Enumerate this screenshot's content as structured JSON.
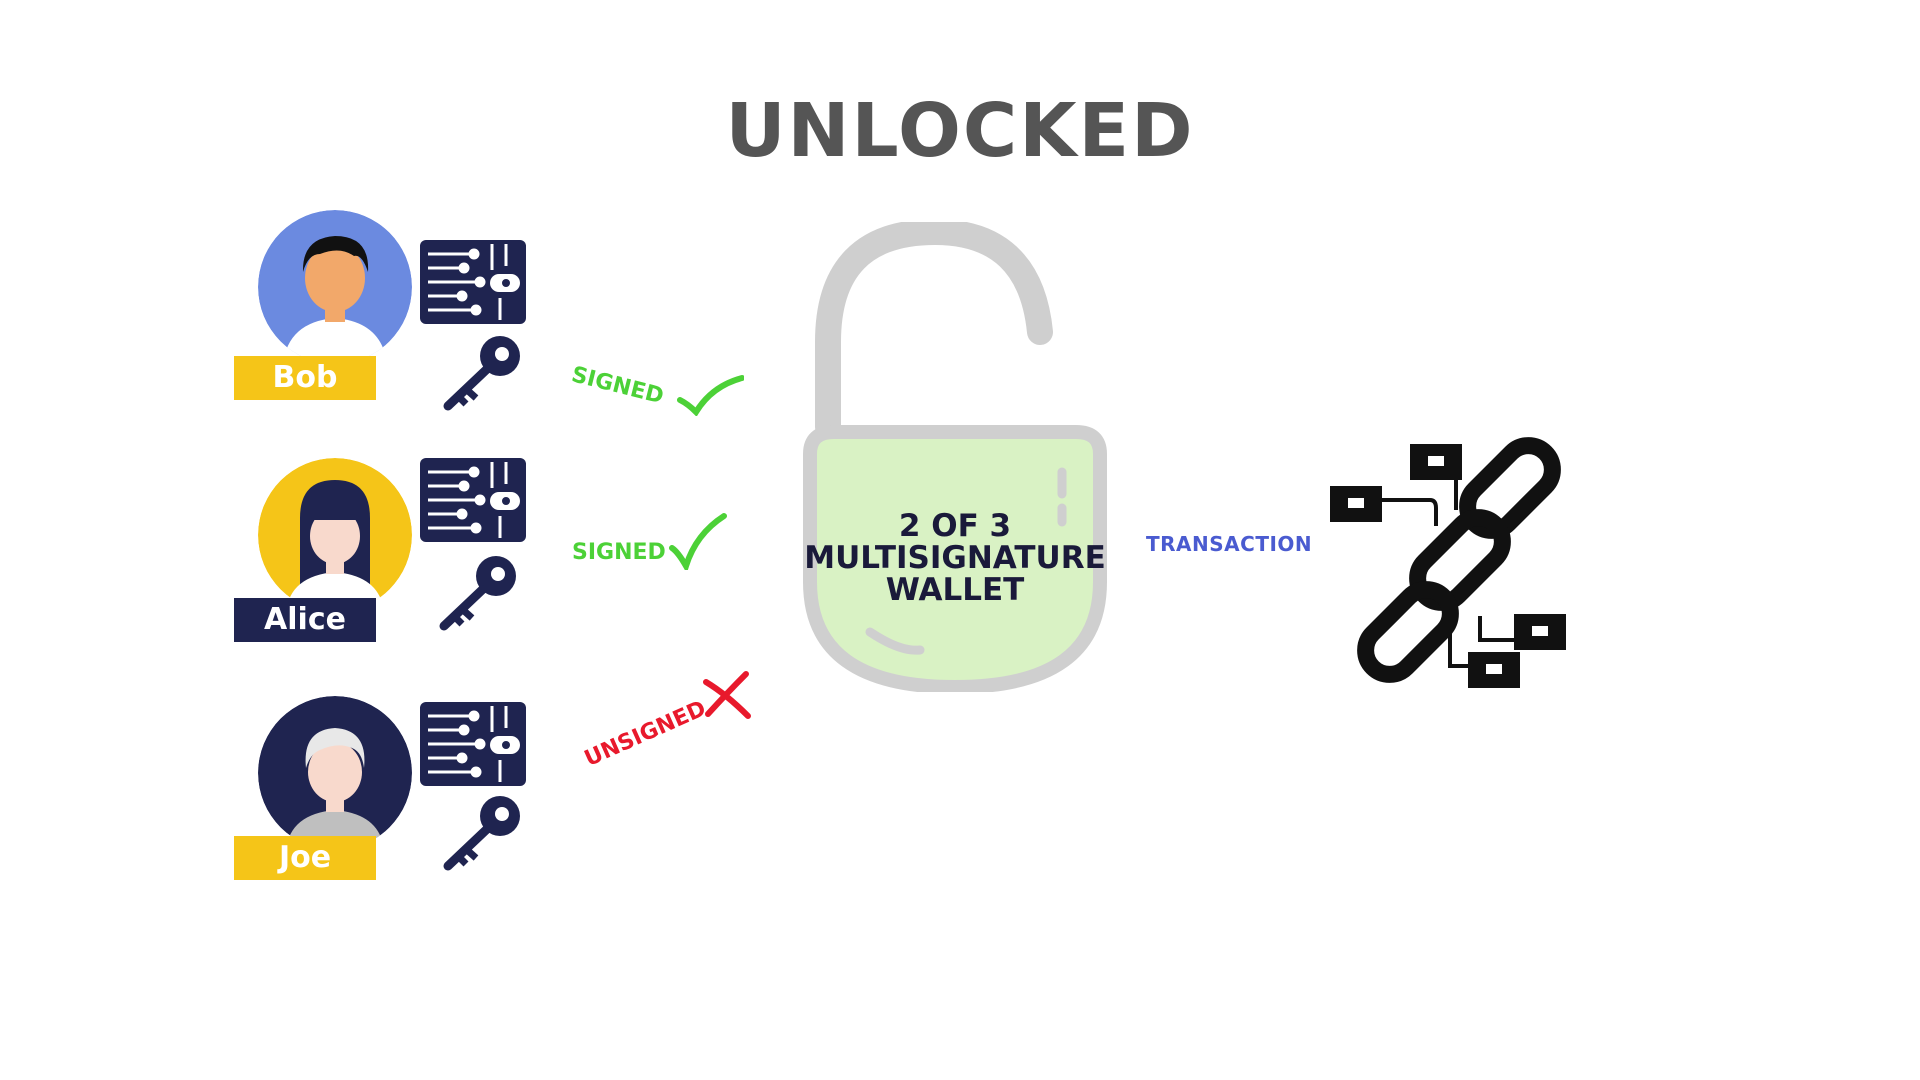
{
  "title": "UNLOCKED",
  "signers": [
    {
      "name": "Bob",
      "status": "SIGNED",
      "status_mark": "check",
      "circle_color": "#6b8ae0",
      "tag_color": "#f5c518",
      "tag_text_color": "#ffffff",
      "hair_color": "#111111",
      "skin_color": "#f2a86a",
      "shirt_color": "#ffffff"
    },
    {
      "name": "Alice",
      "status": "SIGNED",
      "status_mark": "check",
      "circle_color": "#f5c518",
      "tag_color": "#1f2450",
      "tag_text_color": "#ffffff",
      "hair_color": "#1f2450",
      "skin_color": "#f8d9cc",
      "shirt_color": "#ffffff"
    },
    {
      "name": "Joe",
      "status": "UNSIGNED",
      "status_mark": "cross",
      "circle_color": "#1f2450",
      "tag_color": "#f5c518",
      "tag_text_color": "#ffffff",
      "hair_color": "#e8e8e8",
      "skin_color": "#f8d9cc",
      "shirt_color": "#bfbfbf"
    }
  ],
  "wallet": {
    "line1": "2 OF 3",
    "line2": "MULTISIGNATURE",
    "line3": "WALLET"
  },
  "transaction_label": "TRANSACTION",
  "icons": {
    "device": "hardware-wallet-icon",
    "key": "key-icon",
    "lock": "padlock-open-icon",
    "blockchain": "blockchain-link-icon"
  },
  "colors": {
    "signed": "#4cd137",
    "unsigned": "#e8192c",
    "navy": "#1f2450",
    "lock_gray": "#cfcfcf",
    "lock_fill": "#d9f2c4",
    "transaction": "#4a5bd0"
  }
}
